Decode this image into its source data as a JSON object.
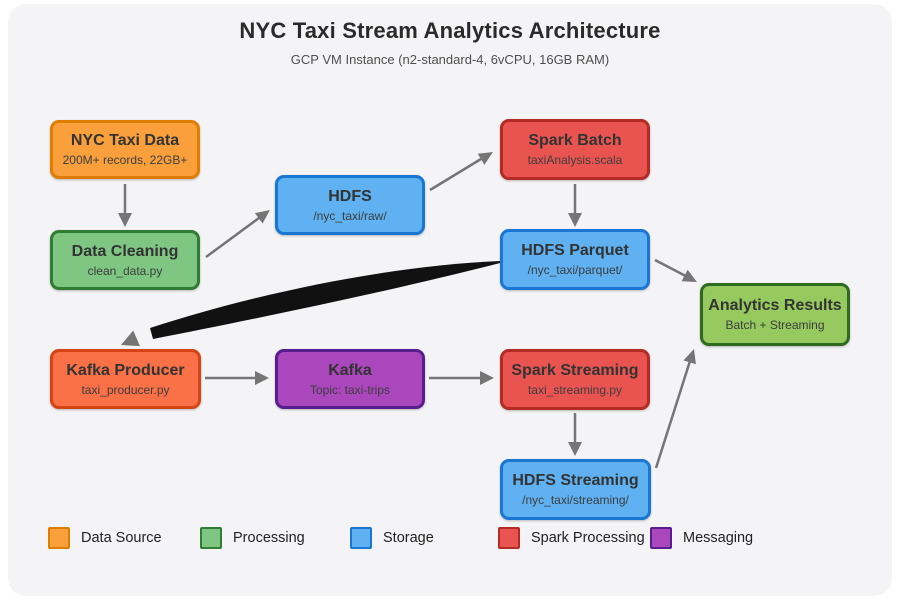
{
  "header": {
    "title": "NYC Taxi Stream Analytics Architecture",
    "subtitle": "GCP VM Instance (n2-standard-4, 6vCPU, 16GB RAM)"
  },
  "colors": {
    "data_source": {
      "fill": "#F9A03C",
      "stroke": "#DE7E00"
    },
    "processing": {
      "fill": "#7FC682",
      "stroke": "#2E7D32"
    },
    "storage": {
      "fill": "#5FB1F1",
      "stroke": "#1976D2"
    },
    "spark": {
      "fill": "#EA5450",
      "stroke": "#B22B24"
    },
    "messaging": {
      "fill": "#AB47BC",
      "stroke": "#581D8F"
    },
    "producer": {
      "fill": "#FA7147",
      "stroke": "#D84315"
    },
    "results": {
      "fill": "#96C95E",
      "stroke": "#2F6B1E"
    },
    "arrow": "#757575",
    "thick_edge": "#111111",
    "canvas": "#F4F4F6"
  },
  "nodes": [
    {
      "id": "nyc-taxi-data",
      "label": "NYC Taxi Data",
      "sublabel": "200M+ records, 22GB+",
      "category": "data_source"
    },
    {
      "id": "data-cleaning",
      "label": "Data Cleaning",
      "sublabel": "clean_data.py",
      "category": "processing"
    },
    {
      "id": "hdfs-raw",
      "label": "HDFS",
      "sublabel": "/nyc_taxi/raw/",
      "category": "storage"
    },
    {
      "id": "spark-batch",
      "label": "Spark Batch",
      "sublabel": "taxiAnalysis.scala",
      "category": "spark"
    },
    {
      "id": "hdfs-parquet",
      "label": "HDFS Parquet",
      "sublabel": "/nyc_taxi/parquet/",
      "category": "storage"
    },
    {
      "id": "analytics-results",
      "label": "Analytics Results",
      "sublabel": "Batch + Streaming",
      "category": "results"
    },
    {
      "id": "kafka-producer",
      "label": "Kafka Producer",
      "sublabel": "taxi_producer.py",
      "category": "producer"
    },
    {
      "id": "kafka",
      "label": "Kafka",
      "sublabel": "Topic: taxi-trips",
      "category": "messaging"
    },
    {
      "id": "spark-streaming",
      "label": "Spark Streaming",
      "sublabel": "taxi_streaming.py",
      "category": "spark"
    },
    {
      "id": "hdfs-streaming",
      "label": "HDFS Streaming",
      "sublabel": "/nyc_taxi/streaming/",
      "category": "storage"
    }
  ],
  "edges": [
    {
      "from": "nyc-taxi-data",
      "to": "data-cleaning",
      "style": "normal"
    },
    {
      "from": "data-cleaning",
      "to": "hdfs-raw",
      "style": "normal"
    },
    {
      "from": "hdfs-raw",
      "to": "spark-batch",
      "style": "normal"
    },
    {
      "from": "spark-batch",
      "to": "hdfs-parquet",
      "style": "normal"
    },
    {
      "from": "hdfs-parquet",
      "to": "analytics-results",
      "style": "normal"
    },
    {
      "from": "hdfs-parquet",
      "to": "kafka-producer",
      "style": "thick"
    },
    {
      "from": "kafka-producer",
      "to": "kafka",
      "style": "normal"
    },
    {
      "from": "kafka",
      "to": "spark-streaming",
      "style": "normal"
    },
    {
      "from": "spark-streaming",
      "to": "hdfs-streaming",
      "style": "normal"
    },
    {
      "from": "hdfs-streaming",
      "to": "analytics-results",
      "style": "normal"
    }
  ],
  "legend": [
    {
      "label": "Data Source",
      "category": "data_source"
    },
    {
      "label": "Processing",
      "category": "processing"
    },
    {
      "label": "Storage",
      "category": "storage"
    },
    {
      "label": "Spark Processing",
      "category": "spark"
    },
    {
      "label": "Messaging",
      "category": "messaging"
    }
  ]
}
